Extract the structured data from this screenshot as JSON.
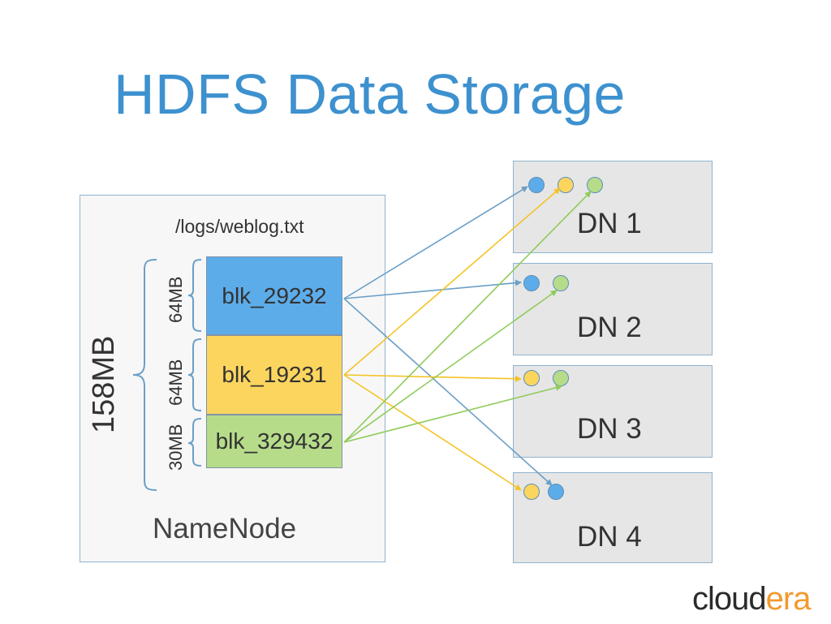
{
  "title": "HDFS Data Storage",
  "namenode": {
    "label": "NameNode",
    "file_path": "/logs/weblog.txt",
    "total_size": "158MB"
  },
  "blocks": [
    {
      "id": "blk_29232",
      "size": "64MB",
      "color": "#5dacea"
    },
    {
      "id": "blk_19231",
      "size": "64MB",
      "color": "#fcd55f"
    },
    {
      "id": "blk_329432",
      "size": "30MB",
      "color": "#b6dc8a"
    }
  ],
  "datanodes": [
    {
      "label": "DN 1",
      "replicas": [
        "blk_29232",
        "blk_19231",
        "blk_329432"
      ]
    },
    {
      "label": "DN 2",
      "replicas": [
        "blk_29232",
        "blk_329432"
      ]
    },
    {
      "label": "DN 3",
      "replicas": [
        "blk_19231",
        "blk_329432"
      ]
    },
    {
      "label": "DN 4",
      "replicas": [
        "blk_19231",
        "blk_29232"
      ]
    }
  ],
  "colors": {
    "title": "#3d91cf",
    "arrow_blue": "#6a9fc8",
    "arrow_yellow": "#f5c326",
    "arrow_green": "#8fcb5a",
    "logo_accent": "#f29a2e"
  },
  "logo": {
    "main": "cloud",
    "accent": "era"
  }
}
